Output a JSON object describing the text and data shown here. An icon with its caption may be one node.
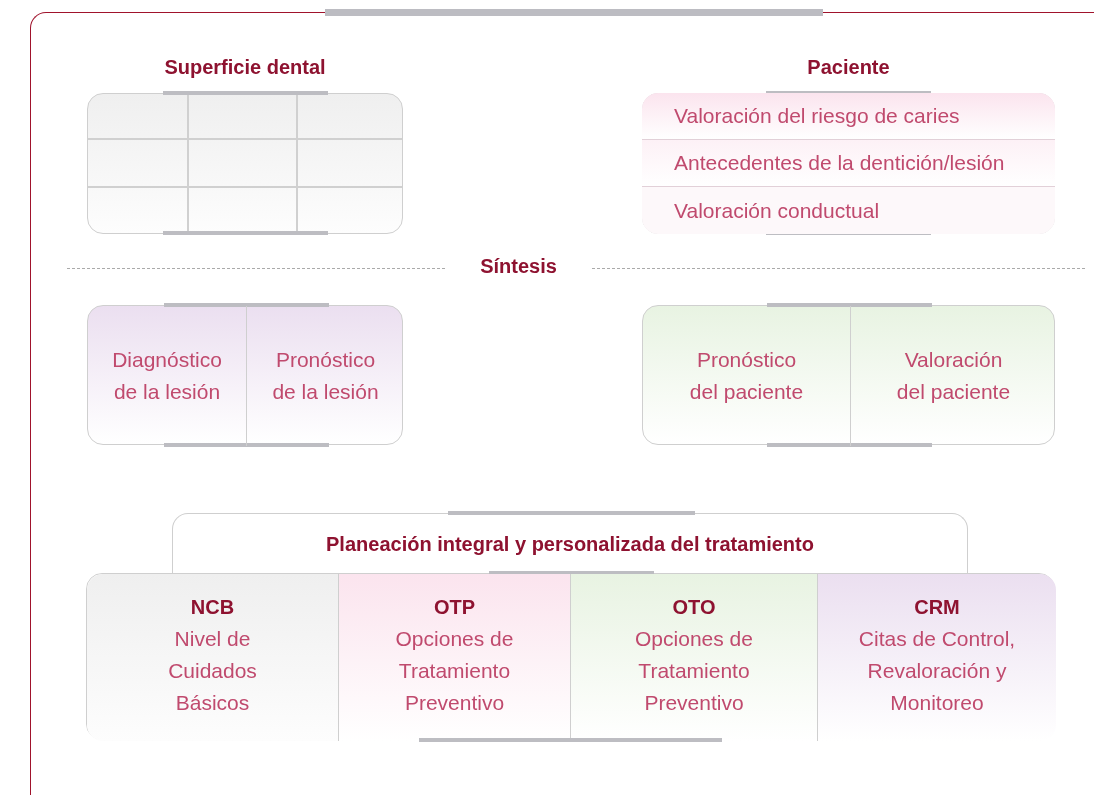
{
  "diagram": {
    "nodes": [
      {
        "text": [
          "Superficie dental"
        ]
      },
      {
        "text": [
          "Paciente"
        ]
      },
      {
        "text": [
          "Valoración del riesgo de caries"
        ],
        "in": 1
      },
      {
        "text": [
          "Antecedentes de la dentición/lesión"
        ],
        "in": 1
      },
      {
        "text": [
          "Valoración conductual"
        ],
        "in": 1
      },
      {
        "text": [],
        "shape": "box"
      },
      {
        "text": [
          "Diagnóstico de la lesión"
        ],
        "in": 5
      },
      {
        "text": [
          "Pronóstico de la lesión"
        ],
        "in": 5
      },
      {
        "text": [],
        "shape": "box"
      },
      {
        "text": [
          "Pronóstico del paciente"
        ],
        "in": 8
      },
      {
        "text": [
          "Valoración del paciente"
        ],
        "in": 8
      },
      {
        "text": [
          "Planeación integral y personalizada del tratamiento"
        ]
      },
      {
        "text": [],
        "shape": "box"
      },
      {
        "text": [
          "NCB",
          "Nivel de Cuidados Básicos"
        ],
        "in": 12
      },
      {
        "text": [
          "OTP",
          "Opciones de Tratamiento Preventivo"
        ],
        "in": 12
      },
      {
        "text": [
          "OTO",
          "Opciones de Tratamiento Preventivo"
        ],
        "in": 12
      },
      {
        "text": [
          "CRM",
          "Citas de Control, Revaloración y Monitoreo"
        ],
        "in": 12
      }
    ],
    "labels": [
      "Síntesis"
    ]
  }
}
